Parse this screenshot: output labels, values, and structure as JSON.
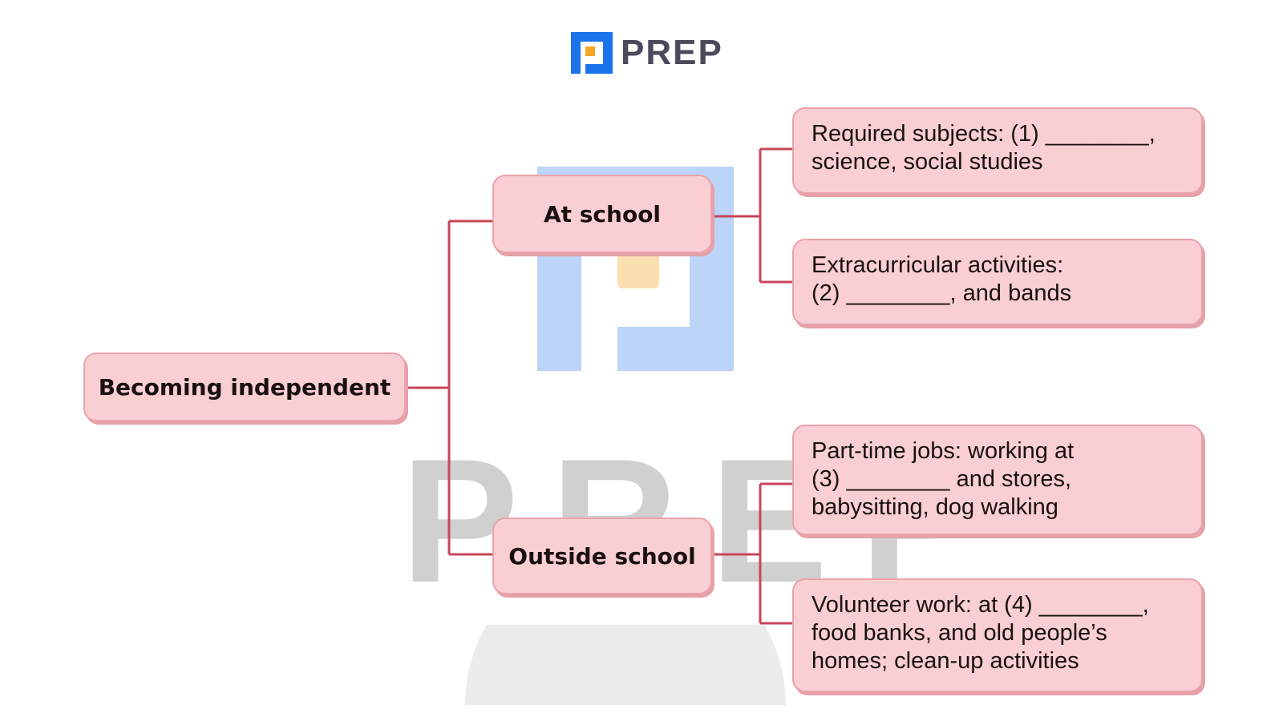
{
  "brand": {
    "name": "PREP",
    "watermark": "PREP",
    "colors": {
      "blue": "#1a73e8",
      "orange": "#f5a623",
      "pink": "#f9cfd4",
      "line": "#c8455a"
    }
  },
  "diagram": {
    "root": "Becoming independent",
    "branches": [
      {
        "label": "At school",
        "items": [
          {
            "lines": [
              "Required subjects: (1) ________,",
              "science, social studies"
            ]
          },
          {
            "lines": [
              "Extracurricular activities:",
              "(2) ________, and bands"
            ]
          }
        ]
      },
      {
        "label": "Outside school",
        "items": [
          {
            "lines": [
              "Part-time jobs: working at",
              "(3) ________ and stores,",
              "babysitting, dog walking"
            ]
          },
          {
            "lines": [
              "Volunteer work: at (4) ________,",
              "food banks, and old people’s",
              "homes; clean-up activities"
            ]
          }
        ]
      }
    ]
  }
}
